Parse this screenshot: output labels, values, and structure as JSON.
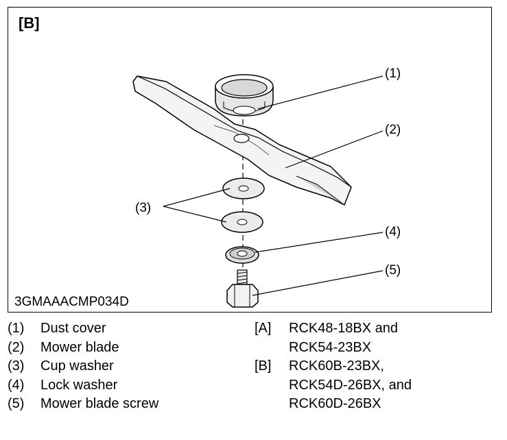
{
  "figure": {
    "label": "[B]",
    "code": "3GMAAACMP034D",
    "callouts": [
      "(1)",
      "(2)",
      "(3)",
      "(4)",
      "(5)"
    ]
  },
  "legend": {
    "parts": [
      {
        "num": "(1)",
        "text": "Dust cover"
      },
      {
        "num": "(2)",
        "text": "Mower blade"
      },
      {
        "num": "(3)",
        "text": "Cup washer"
      },
      {
        "num": "(4)",
        "text": "Lock washer"
      },
      {
        "num": "(5)",
        "text": "Mower blade screw"
      }
    ],
    "models": [
      {
        "tag": "[A]",
        "lines": [
          "RCK48-18BX and",
          "RCK54-23BX"
        ]
      },
      {
        "tag": "[B]",
        "lines": [
          "RCK60B-23BX,",
          "RCK54D-26BX, and",
          "RCK60D-26BX"
        ]
      }
    ]
  }
}
